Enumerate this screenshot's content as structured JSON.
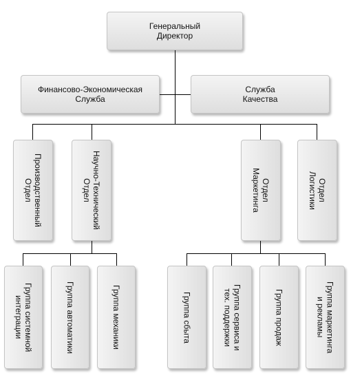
{
  "org_chart": {
    "director": "Генеральный\nДиректор",
    "finance": "Финансово-Экономическая\nСлужба",
    "quality": "Служба\nКачества",
    "departments": {
      "production": "Производственный\nОтдел",
      "rnd": "Научно-Технический\nОтдел",
      "marketing": "Отдел\nМаркетинга",
      "logistics": "Отдел\nЛогистики"
    },
    "rnd_groups": {
      "integration": "Группа системной\nинтеграции",
      "automation": "Группа автоматики",
      "mechanics": "Группа механики"
    },
    "marketing_groups": {
      "sales_channel": "Группа сбыта",
      "service": "Группа сервиса и\nтех. поддержки",
      "sales": "Группа продаж",
      "advertising": "Группа маркетинга\nи рекламы"
    }
  },
  "colors": {
    "connector": "#000000",
    "box_top": "#f4f4f4",
    "box_bottom": "#dedede",
    "box_border": "#c4c4c4"
  }
}
